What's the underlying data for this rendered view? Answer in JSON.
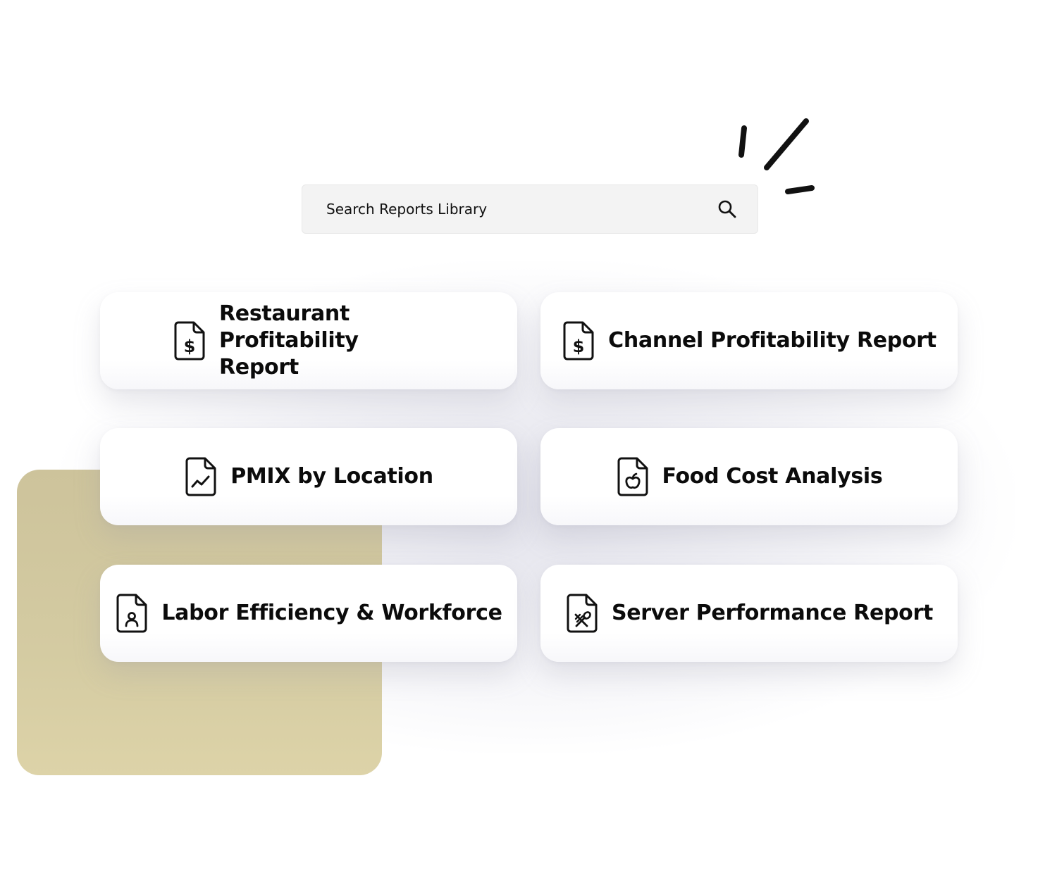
{
  "search": {
    "placeholder": "Search Reports Library"
  },
  "reports": [
    {
      "label": "Restaurant Profitability Report",
      "icon": "file-dollar-icon"
    },
    {
      "label": "Channel Profitability Report",
      "icon": "file-dollar-icon"
    },
    {
      "label": "PMIX by Location",
      "icon": "file-chart-icon"
    },
    {
      "label": "Food Cost Analysis",
      "icon": "file-apple-icon"
    },
    {
      "label": "Labor Efficiency & Workforce",
      "icon": "file-user-icon"
    },
    {
      "label": "Server Performance Report",
      "icon": "file-utensils-icon"
    }
  ],
  "colors": {
    "accent_square": "#d4cba2",
    "card_background": "#ffffff",
    "search_background": "#f3f3f3",
    "text": "#0b0b0b"
  }
}
